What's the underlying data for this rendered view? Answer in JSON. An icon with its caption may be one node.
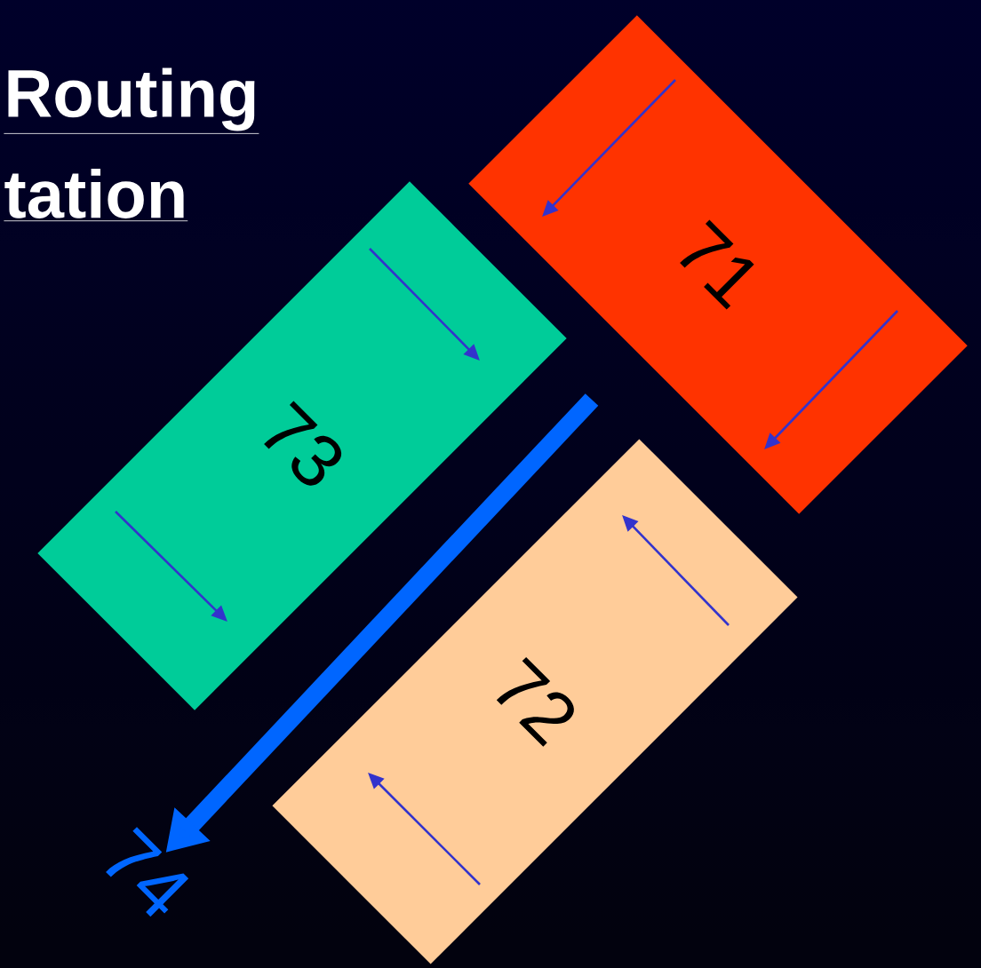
{
  "diagram": {
    "nodes": [
      {
        "text": [
          "71"
        ]
      },
      {
        "text": [
          "73"
        ]
      },
      {
        "text": [
          "72"
        ]
      },
      {
        "text": [
          "74"
        ]
      }
    ],
    "edges": [
      {
        "from": null,
        "to": 3,
        "arrow": "to"
      }
    ],
    "labels": [
      "Routing",
      "tation"
    ]
  }
}
